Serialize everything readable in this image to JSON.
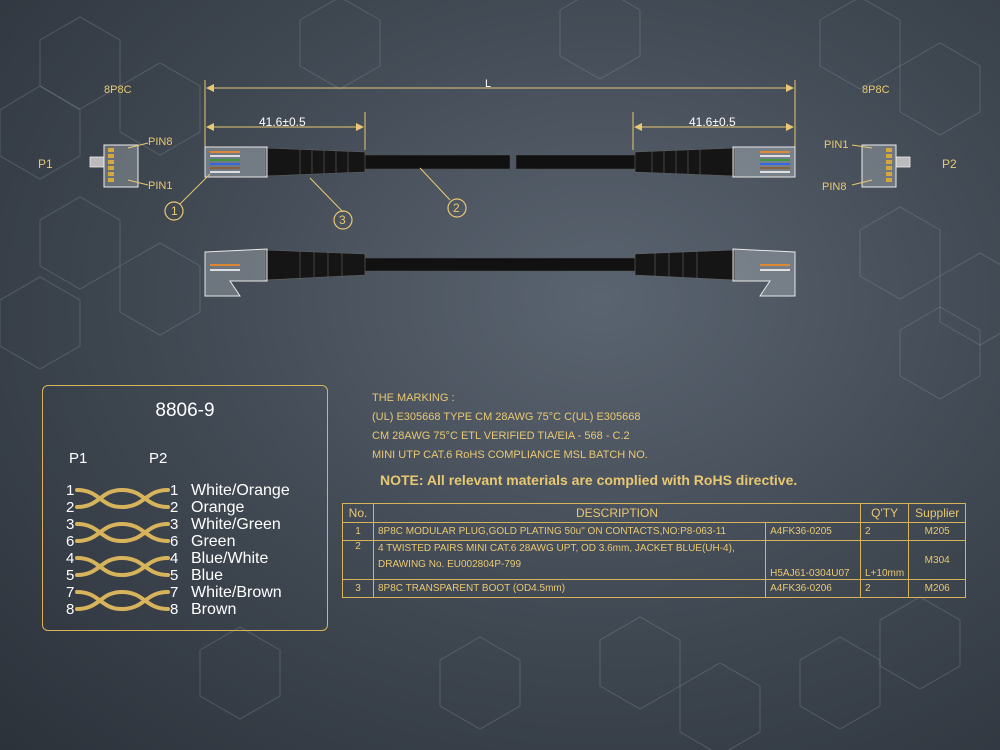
{
  "drawing": {
    "left_connector": "8P8C",
    "right_connector": "8P8C",
    "left_plug": "P1",
    "right_plug": "P2",
    "pin8": "PIN8",
    "pin1": "PIN1",
    "length": "L",
    "dim_left": "41.6±0.5",
    "dim_right": "41.6±0.5",
    "callout_1": "1",
    "callout_2": "2",
    "callout_3": "3"
  },
  "pinout": {
    "title": "8806-9",
    "header_p1": "P1",
    "header_p2": "P2",
    "rows": [
      {
        "p1": "1",
        "p2": "1",
        "color": "White/Orange"
      },
      {
        "p1": "2",
        "p2": "2",
        "color": "Orange"
      },
      {
        "p1": "3",
        "p2": "3",
        "color": "White/Green"
      },
      {
        "p1": "6",
        "p2": "6",
        "color": "Green"
      },
      {
        "p1": "4",
        "p2": "4",
        "color": "Blue/White"
      },
      {
        "p1": "5",
        "p2": "5",
        "color": "Blue"
      },
      {
        "p1": "7",
        "p2": "7",
        "color": "White/Brown"
      },
      {
        "p1": "8",
        "p2": "8",
        "color": "Brown"
      }
    ]
  },
  "marking": {
    "lines": [
      "THE MARKING :",
      "(UL)   E305668 TYPE CM 28AWG 75°C     C(UL) E305668",
      "CM 28AWG 75°C ETL VERIFIED TIA/EIA - 568 - C.2",
      "MINI UTP CAT.6    RoHS COMPLIANCE MSL BATCH NO."
    ],
    "note": "NOTE: All relevant materials are complied with RoHS directive."
  },
  "table": {
    "headers": {
      "no": "No.",
      "description": "DESCRIPTION",
      "qty": "Q'TY",
      "supplier": "Supplier"
    },
    "rows": [
      {
        "no": "1",
        "desc": "8P8C MODULAR PLUG,GOLD PLATING 50u\" ON CONTACTS,NO:P8-063-11",
        "desc2": "",
        "part": "A4FK36-0205",
        "qty": "2",
        "supplier": "M205"
      },
      {
        "no": "2",
        "desc": "4 TWISTED PAIRS MINI CAT.6    28AWG UPT, OD 3.6mm, JACKET BLUE(UH-4),",
        "desc2": "DRAWING No. EU002804P-799",
        "part": "H5AJ61-0304U07",
        "qty": "L+10mm",
        "supplier": "M304"
      },
      {
        "no": "3",
        "desc": "8P8C TRANSPARENT BOOT (OD4.5mm)",
        "desc2": "",
        "part": "A4FK36-0206",
        "qty": "2",
        "supplier": "M206"
      }
    ]
  },
  "colors": {
    "gold": "#e8c873",
    "border_gold": "#d7b45c",
    "background": "#3e4650"
  }
}
